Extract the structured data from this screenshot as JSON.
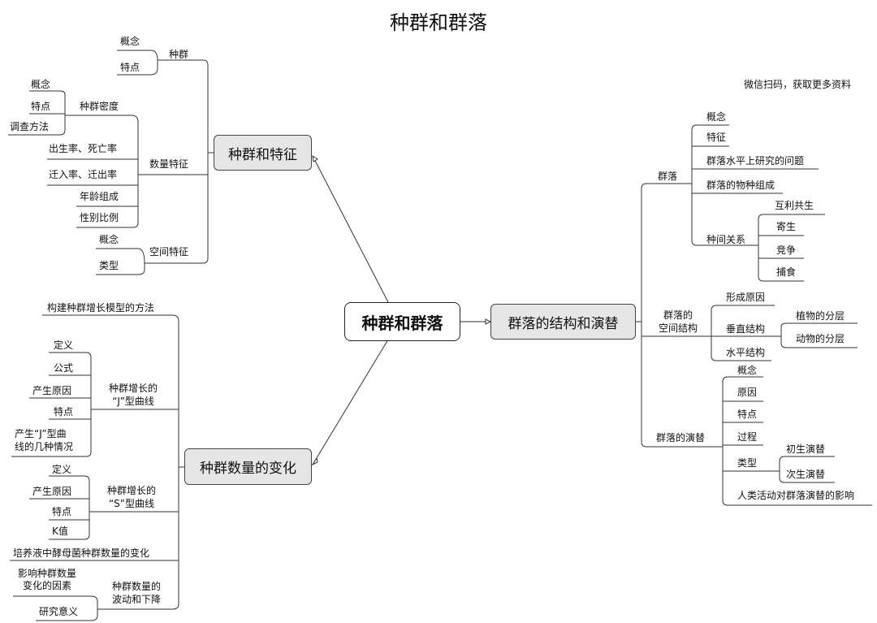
{
  "title": "种群和群落",
  "note": "微信扫码，获取更多资料",
  "root": "种群和群落",
  "branches": {
    "b1": "种群和特征",
    "b2": "种群数量的变化",
    "b3": "群落的结构和演替"
  },
  "b1": {
    "zhongqun": "种群",
    "zq_items": [
      "概念",
      "特点"
    ],
    "shuliang": "数量特征",
    "midu": "种群密度",
    "midu_items": [
      "概念",
      "特点",
      "调查方法"
    ],
    "sl_items": [
      "出生率、死亡率",
      "迁入率、迁出率",
      "年龄组成",
      "性别比例"
    ],
    "kongjian": "空间特征",
    "kj_items": [
      "概念",
      "类型"
    ]
  },
  "b2": {
    "model": "构建种群增长模型的方法",
    "j_label": "种群增长的\n“J”型曲线",
    "j_items": [
      "定义",
      "公式",
      "产生原因",
      "特点",
      "产生“J”型曲\n线的几种情况"
    ],
    "s_label": "种群增长的\n“S”型曲线",
    "s_items": [
      "定义",
      "产生原因",
      "特点",
      "K值"
    ],
    "culture": "培养液中酵母菌种群数量的变化",
    "fluct_label": "种群数量的\n波动和下降",
    "fluct_items": [
      "影响种群数量\n变化的因素",
      "研究意义"
    ]
  },
  "b3": {
    "qunluo": "群落",
    "ql_items": [
      "概念",
      "特征",
      "群落水平上研究的问题",
      "群落的物种组成"
    ],
    "zhongjian": "种间关系",
    "zj_items": [
      "互利共生",
      "寄生",
      "竞争",
      "捕食"
    ],
    "kongjian": "群落的\n空间结构",
    "kj_items": [
      "形成原因",
      "垂直结构",
      "水平结构"
    ],
    "cz_items": [
      "植物的分层",
      "动物的分层"
    ],
    "yanti": "群落的演替",
    "yt_items": [
      "概念",
      "原因",
      "特点",
      "过程",
      "类型",
      "人类活动对群落演替的影响"
    ],
    "lx_items": [
      "初生演替",
      "次生演替"
    ]
  }
}
